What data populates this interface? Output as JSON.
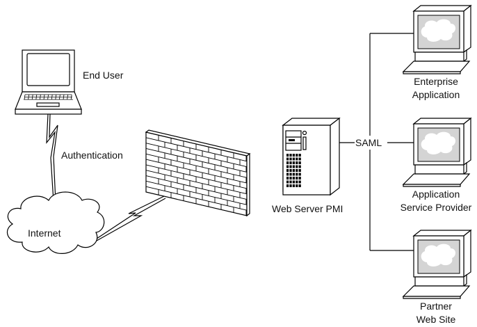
{
  "diagram": {
    "nodes": {
      "end_user": "End User",
      "internet": "Internet",
      "web_server": "Web Server PMI",
      "enterprise_app": [
        "Enterprise",
        "Application"
      ],
      "asp": [
        "Application",
        "Service Provider"
      ],
      "partner": [
        "Partner",
        "Web Site"
      ]
    },
    "edges": {
      "authentication": "Authentication",
      "saml": "SAML"
    },
    "colors": {
      "stroke": "#000000",
      "screen": "#d4d4d4",
      "cloud_fill": "#ffffff"
    }
  }
}
